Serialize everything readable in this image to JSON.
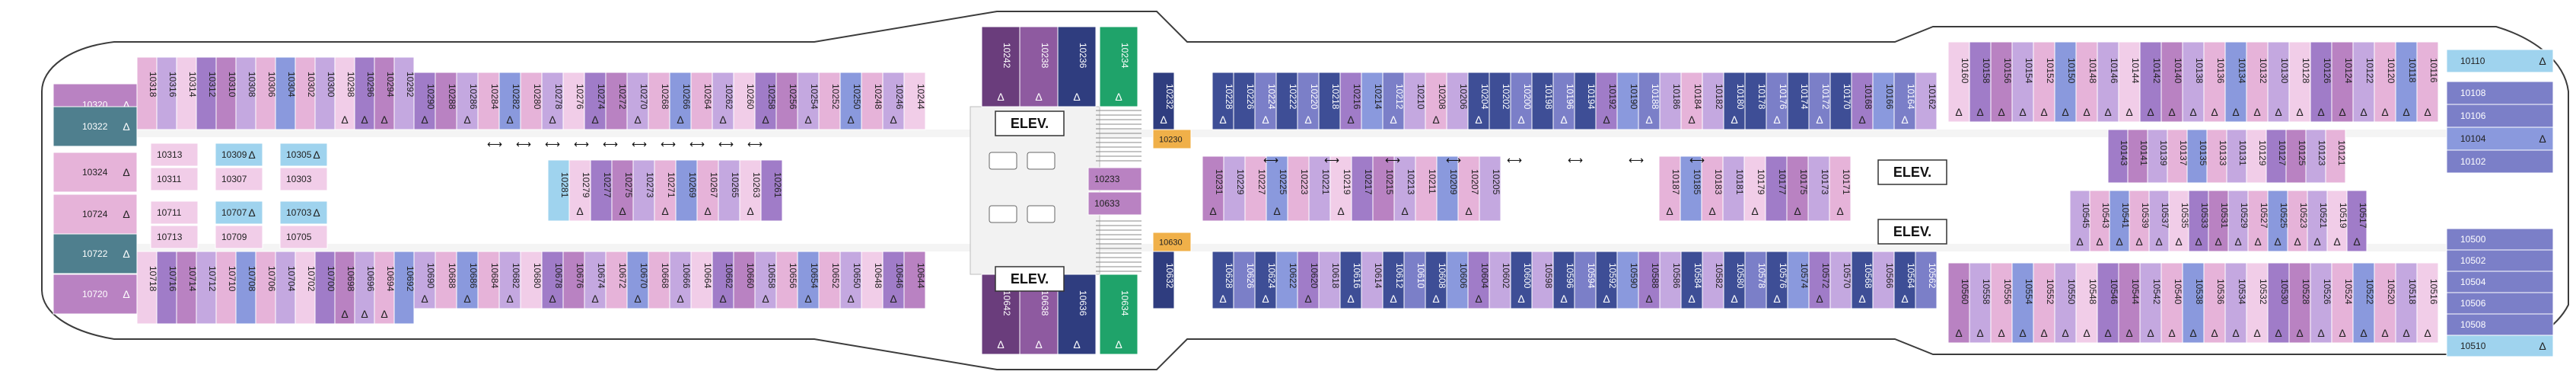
{
  "colors": {
    "pink": "#e6b3d9",
    "pink_light": "#f1cde8",
    "lavender": "#c4a8e0",
    "purple": "#a07cc8",
    "mauve": "#b982c2",
    "deep_purple": "#8e5aa0",
    "indigo": "#7b7fc8",
    "blue": "#8a99dd",
    "navy": "#3e4e96",
    "dark_navy": "#2f3d7f",
    "cyan": "#3fb3d9",
    "light_blue": "#9fd3ee",
    "teal": "#4f7f8e",
    "plum": "#6a3d7c",
    "green": "#1fa36a",
    "orange": "#f0b049",
    "gray": "#dadada",
    "hull": "#3c3c3c"
  },
  "elevator_label": "ELEV.",
  "accessible_symbol": "Δ",
  "aft": {
    "top_left": [
      "10320",
      "10322",
      "10324"
    ],
    "bottom_left": [
      "10724",
      "10722",
      "10720"
    ],
    "block_top": [
      "10318",
      "10316",
      "10314",
      "10312",
      "10310",
      "10308",
      "10306",
      "10304",
      "10302",
      "10300",
      "10298",
      "10296",
      "10294",
      "10292"
    ],
    "block_bottom": [
      "10718",
      "10716",
      "10714",
      "10712",
      "10710",
      "10708",
      "10706",
      "10704",
      "10702",
      "10700",
      "10698",
      "10696",
      "10694",
      "10692"
    ],
    "inner_col1": [
      "10313",
      "10311",
      "10711",
      "10713"
    ],
    "inner_col2": [
      "10309",
      "10307",
      "10707",
      "10709"
    ],
    "inner_col3": [
      "10305",
      "10303",
      "10703",
      "10705"
    ]
  },
  "mid_aft": {
    "top": [
      "10290",
      "10288",
      "10286",
      "10284",
      "10282",
      "10280",
      "10278",
      "10276",
      "10274",
      "10272",
      "10270",
      "10268",
      "10266",
      "10264",
      "10262",
      "10260",
      "10258",
      "10256",
      "10254",
      "10252",
      "10250",
      "10248",
      "10246",
      "10244"
    ],
    "bottom": [
      "10690",
      "10688",
      "10686",
      "10684",
      "10682",
      "10680",
      "10678",
      "10676",
      "10674",
      "10672",
      "10670",
      "10668",
      "10666",
      "10664",
      "10662",
      "10660",
      "10658",
      "10656",
      "10654",
      "10652",
      "10650",
      "10648",
      "10646",
      "10644"
    ],
    "inner": [
      "10281",
      "10279",
      "10277",
      "10275",
      "10273",
      "10271",
      "10269",
      "10267",
      "10265",
      "10263",
      "10261"
    ]
  },
  "center": {
    "top": [
      "10242",
      "10238",
      "10236",
      "10234"
    ],
    "bottom": [
      "10642",
      "10638",
      "10636",
      "10634"
    ],
    "mid": [
      "10233",
      "10633"
    ]
  },
  "forward_mid": {
    "top": [
      "10232",
      "10230",
      "10228",
      "10226",
      "10224",
      "10222",
      "10220",
      "10218",
      "10216",
      "10214",
      "10212",
      "10210",
      "10208",
      "10206",
      "10204",
      "10202",
      "10200",
      "10198",
      "10196",
      "10194",
      "10192",
      "10190",
      "10188",
      "10186",
      "10184",
      "10182",
      "10180",
      "10178",
      "10176",
      "10174",
      "10172",
      "10170",
      "10168",
      "10166",
      "10164",
      "10162"
    ],
    "bottom": [
      "10630",
      "10632",
      "10628",
      "10626",
      "10624",
      "10622",
      "10620",
      "10618",
      "10616",
      "10614",
      "10612",
      "10610",
      "10608",
      "10606",
      "10604",
      "10602",
      "10600",
      "10598",
      "10596",
      "10594",
      "10592",
      "10590",
      "10588",
      "10586",
      "10584",
      "10582",
      "10580",
      "10578",
      "10576",
      "10574",
      "10572",
      "10570",
      "10568",
      "10566",
      "10564",
      "10562"
    ],
    "inner_left": [
      "10231",
      "10229",
      "10227",
      "10225",
      "10223",
      "10221",
      "10219",
      "10217",
      "10215",
      "10213",
      "10211",
      "10209",
      "10207",
      "10205"
    ],
    "inner_right": [
      "10187",
      "10185",
      "10183",
      "10181",
      "10179",
      "10177",
      "10175",
      "10173",
      "10171"
    ]
  },
  "bow": {
    "top": [
      "10160",
      "10158",
      "10156",
      "10154",
      "10152",
      "10150",
      "10148",
      "10146",
      "10144",
      "10142",
      "10140",
      "10138",
      "10136",
      "10134",
      "10132",
      "10130",
      "10128",
      "10126",
      "10124",
      "10122",
      "10120",
      "10118",
      "10116"
    ],
    "bottom": [
      "10560",
      "10558",
      "10556",
      "10554",
      "10552",
      "10550",
      "10548",
      "10546",
      "10544",
      "10542",
      "10540",
      "10538",
      "10536",
      "10534",
      "10532",
      "10530",
      "10528",
      "10526",
      "10524",
      "10522",
      "10520",
      "10518",
      "10516"
    ],
    "inner_top": [
      "10143",
      "10141",
      "10139",
      "10137",
      "10135",
      "10133",
      "10131",
      "10129",
      "10127",
      "10125",
      "10123",
      "10121"
    ],
    "inner_bottom": [
      "10545",
      "10543",
      "10541",
      "10539",
      "10537",
      "10535",
      "10533",
      "10531",
      "10529",
      "10527",
      "10525",
      "10523",
      "10521",
      "10519",
      "10517"
    ],
    "front_top": [
      "10110",
      "10108",
      "10106",
      "10104",
      "10102"
    ],
    "front_bottom": [
      "10500",
      "10502",
      "10504",
      "10506",
      "10508",
      "10510"
    ]
  }
}
